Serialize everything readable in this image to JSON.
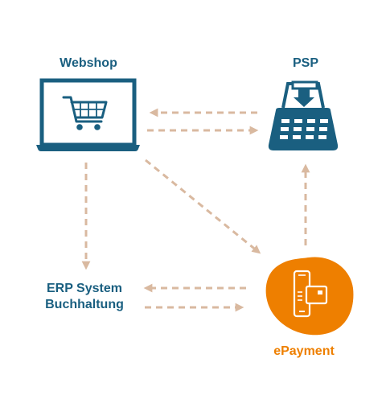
{
  "nodes": {
    "webshop": {
      "label": "Webshop",
      "icon": "laptop-shopping-cart-icon"
    },
    "psp": {
      "label": "PSP",
      "icon": "payment-terminal-icon"
    },
    "erp": {
      "line1": "ERP System",
      "line2": "Buchhaltung"
    },
    "epayment": {
      "label": "ePayment",
      "icon": "smartphone-card-icon"
    }
  },
  "colors": {
    "primary": "#1a5f80",
    "accent": "#ee7f00",
    "arrow": "#d9b9a0",
    "background": "#ffffff"
  }
}
